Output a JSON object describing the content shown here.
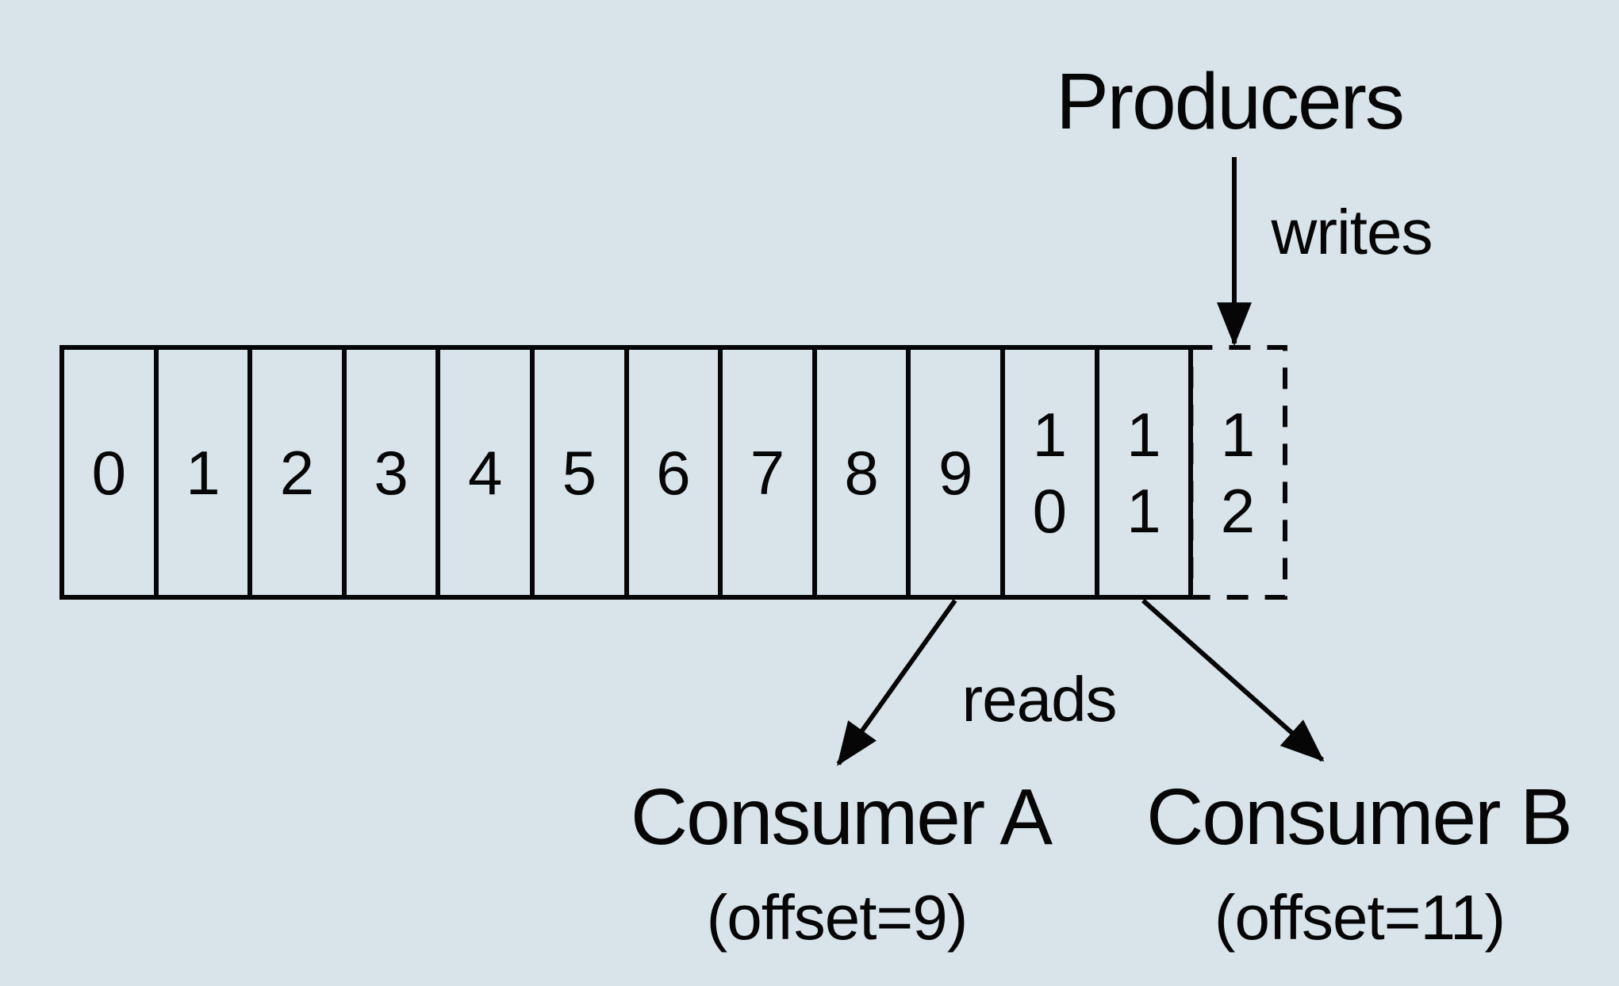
{
  "colors": {
    "background": "#d8e4ea",
    "ink": "#060606"
  },
  "producers": {
    "label": "Producers",
    "arrow_label": "writes"
  },
  "consumers": {
    "arrow_label": "reads",
    "a": {
      "name": "Consumer A",
      "offset_label": "(offset=9)"
    },
    "b": {
      "name": "Consumer B",
      "offset_label": "(offset=11)"
    }
  },
  "log": {
    "cells": [
      {
        "label": "0",
        "style": "solid"
      },
      {
        "label": "1",
        "style": "solid"
      },
      {
        "label": "2",
        "style": "solid"
      },
      {
        "label": "3",
        "style": "solid"
      },
      {
        "label": "4",
        "style": "solid"
      },
      {
        "label": "5",
        "style": "solid"
      },
      {
        "label": "6",
        "style": "solid"
      },
      {
        "label": "7",
        "style": "solid"
      },
      {
        "label": "8",
        "style": "solid"
      },
      {
        "label": "9",
        "style": "solid"
      },
      {
        "label": "10",
        "style": "solid"
      },
      {
        "label": "11",
        "style": "solid"
      },
      {
        "label": "12",
        "style": "dashed"
      }
    ]
  }
}
